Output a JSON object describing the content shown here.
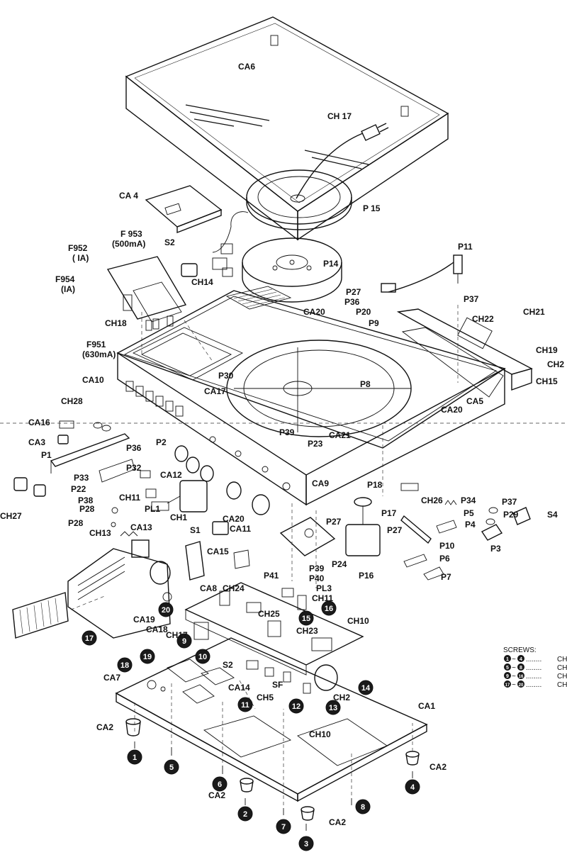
{
  "diagram": {
    "part_labels": {
      "ca6": "CA6",
      "ch17_top": "CH 17",
      "ca4": "CA 4",
      "p15": "P 15",
      "f953": "F 953",
      "f953_rating": "(500mA)",
      "s2_top": "S2",
      "f952": "F952",
      "f952_rating": "( IA)",
      "f954": "F954",
      "f954_rating": "(IA)",
      "ch14": "CH14",
      "p14": "P14",
      "p11": "P11",
      "p27_top": "P27",
      "p36": "P36",
      "ca20_top": "CA20",
      "p20": "P20",
      "ch18": "CH18",
      "p9": "P9",
      "ch22": "CH22",
      "ch21": "CH21",
      "p37_top": "P37",
      "f951": "F951",
      "f951_rating": "(630mA)",
      "ch19": "CH19",
      "ch2_right": "CH2",
      "ch15": "CH15",
      "ca10": "CA10",
      "p30": "P30",
      "ca17": "CA17",
      "p8": "P8",
      "ca20_mid": "CA20",
      "ca5": "CA5",
      "ch28": "CH28",
      "ca16": "CA16",
      "p39_mid": "P39",
      "ca21": "CA21",
      "p23": "P23",
      "ca3": "CA3",
      "p1": "P1",
      "p36_left": "P36",
      "p2": "P2",
      "p32": "P32",
      "ca12": "CA12",
      "p33": "P33",
      "p22": "P22",
      "p38_a": "P38",
      "ch11_left": "CH11",
      "ca9": "CA9",
      "p18": "P18",
      "ch26": "CH26",
      "p34": "P34",
      "p28_a": "P28",
      "pl1": "PL1",
      "p17": "P17",
      "p5": "P5",
      "p37_right": "P37",
      "p29": "P29",
      "s4": "S4",
      "ch27": "CH27",
      "p28_b": "P28",
      "ch1": "CH1",
      "ca20_low": "CA20",
      "p27_mid": "P27",
      "p4": "P4",
      "ch13": "CH13",
      "ca13": "CA13",
      "s1": "S1",
      "ca11": "CA11",
      "p27_low": "P27",
      "p10": "P10",
      "p3": "P3",
      "ca15": "CA15",
      "p39_low": "P39",
      "p24": "P24",
      "p6": "P6",
      "p16": "P16",
      "ca8": "CA8",
      "p41": "P41",
      "p40": "P40",
      "p7": "P7",
      "pl3": "PL3",
      "ch24": "CH24",
      "ch11_low": "CH11",
      "ch25": "CH25",
      "ca19": "CA19",
      "ca18": "CA18",
      "ch23": "CH23",
      "ch10_top": "CH10",
      "ch17_low": "CH17",
      "s2_low": "S2",
      "ca7": "CA7",
      "ca14": "CA14",
      "sf": "SF",
      "ch5": "CH5",
      "ch2_low": "CH2",
      "ca1": "CA1",
      "ca2_a": "CA2",
      "ch10_low": "CH10",
      "ca2_b": "CA2",
      "ca2_c": "CA2",
      "ca2_d": "CA2"
    },
    "screw_numbers": {
      "n1": "1",
      "n2": "2",
      "n3": "3",
      "n4": "4",
      "n5": "5",
      "n6": "6",
      "n7": "7",
      "n8": "8",
      "n9": "9",
      "n10": "10",
      "n11": "11",
      "n12": "12",
      "n13": "13",
      "n14": "14",
      "n15": "15",
      "n16": "16",
      "n17": "17",
      "n18": "18",
      "n19": "19",
      "n20": "20"
    },
    "screws_legend": {
      "title": "SCREWS:",
      "rows": [
        {
          "from": "1",
          "to": "4",
          "tilde": "~",
          "dots": "........",
          "desc": "CH"
        },
        {
          "from": "5",
          "to": "8",
          "tilde": "~",
          "dots": "........",
          "desc": "CH"
        },
        {
          "from": "9",
          "to": "16",
          "tilde": "~",
          "dots": "........",
          "desc": "CH"
        },
        {
          "from": "17",
          "to": "20",
          "tilde": "~",
          "dots": "........",
          "desc": "CH"
        }
      ]
    }
  }
}
